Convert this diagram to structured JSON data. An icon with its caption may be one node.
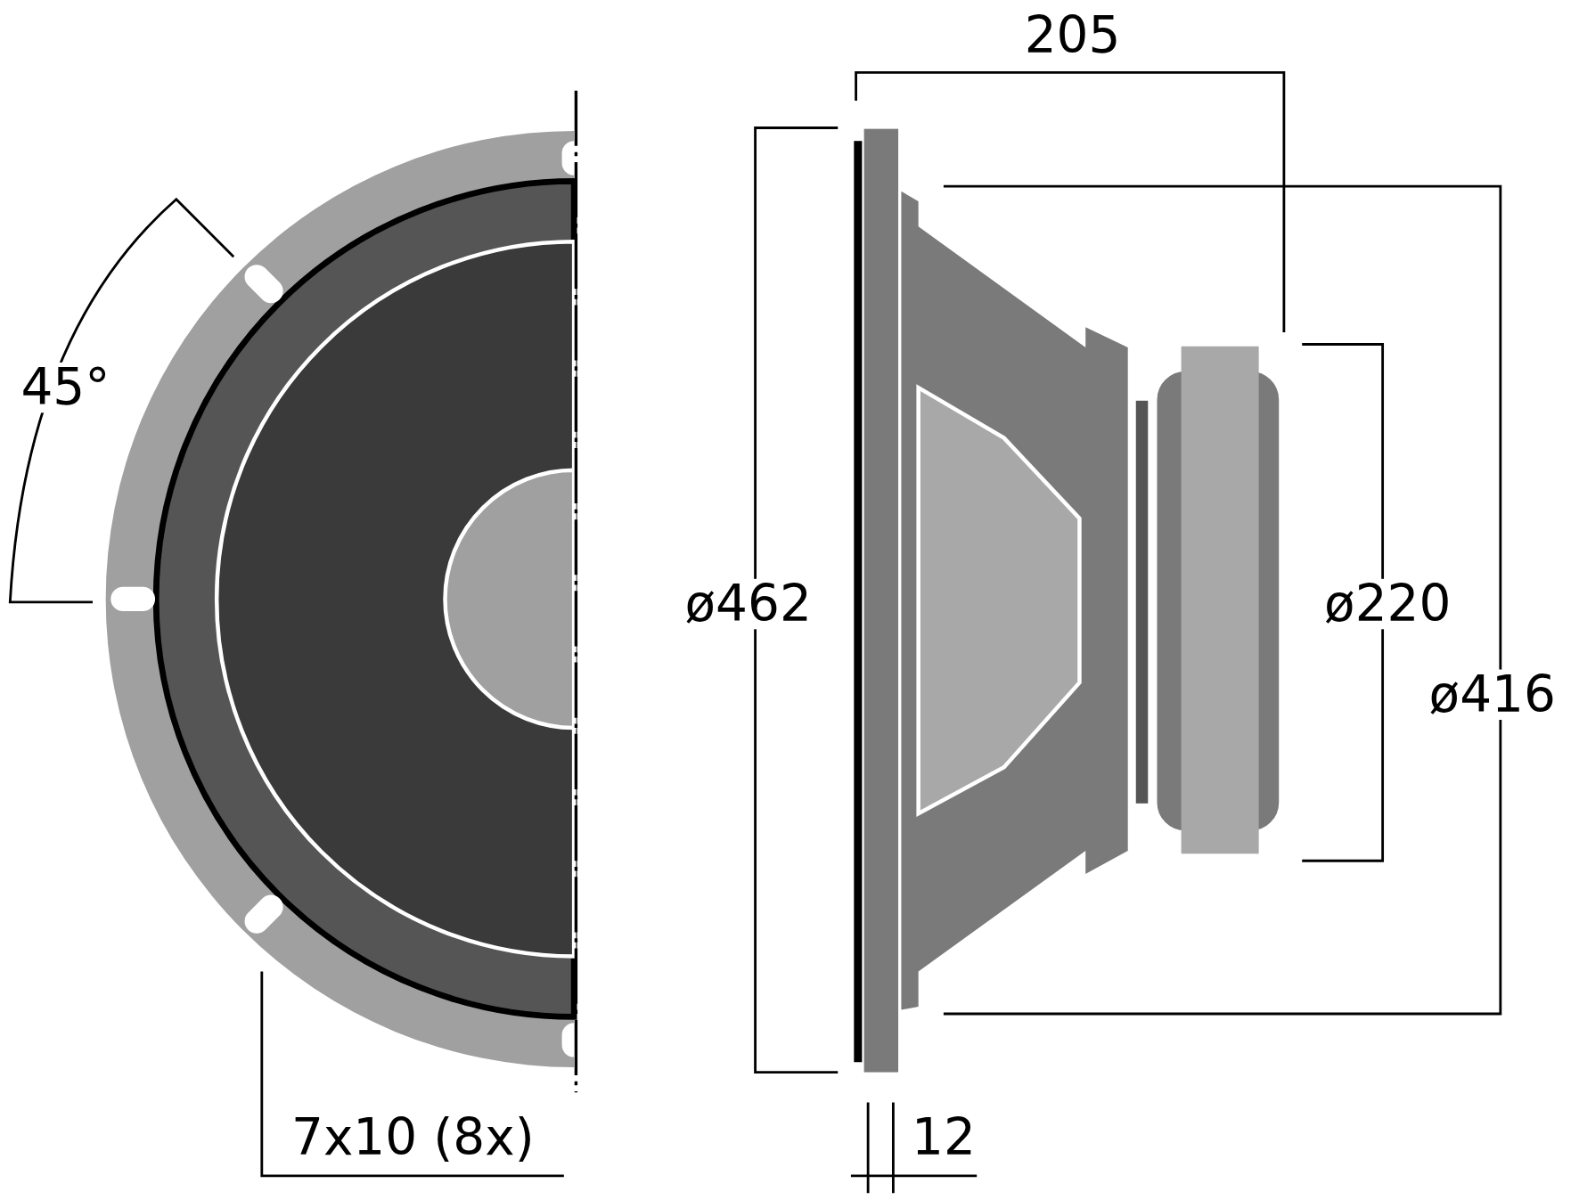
{
  "diagram": {
    "labels": [
      "45°",
      "7x10 (8x)",
      "205",
      "ø462",
      "ø220",
      "ø416",
      "12"
    ]
  }
}
